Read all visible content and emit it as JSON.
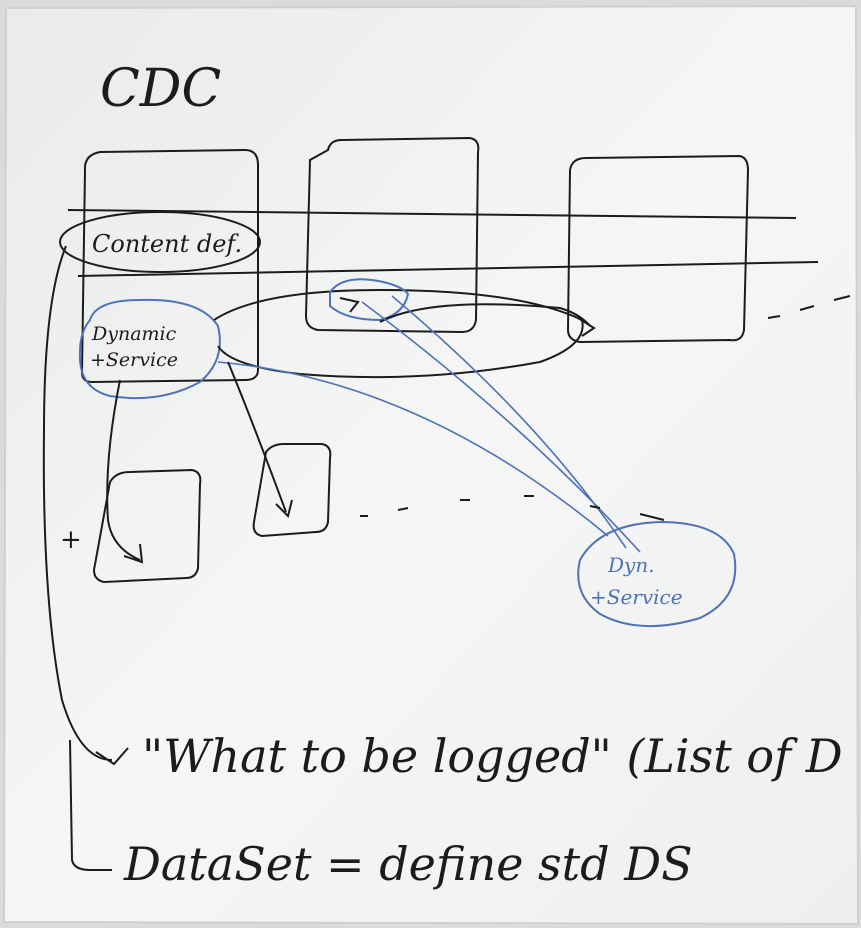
{
  "whiteboard": {
    "title": "CDC",
    "content_def": "Content def.",
    "dynamic_service_line1": "Dynamic",
    "dynamic_service_line2": "+Service",
    "dyn_service_line1": "Dyn.",
    "dyn_service_line2": "+Service",
    "what_to_be_logged": "\"What to be logged\" (List of D . . . )",
    "dataset_line": "DataSet = define std DS",
    "plus_mark": "+",
    "ellipsis_dots": ". . . . ."
  },
  "colors": {
    "paper": "#f3f4f3",
    "marker_black": "#1c1c1c",
    "marker_blue": "#4f72b8"
  }
}
